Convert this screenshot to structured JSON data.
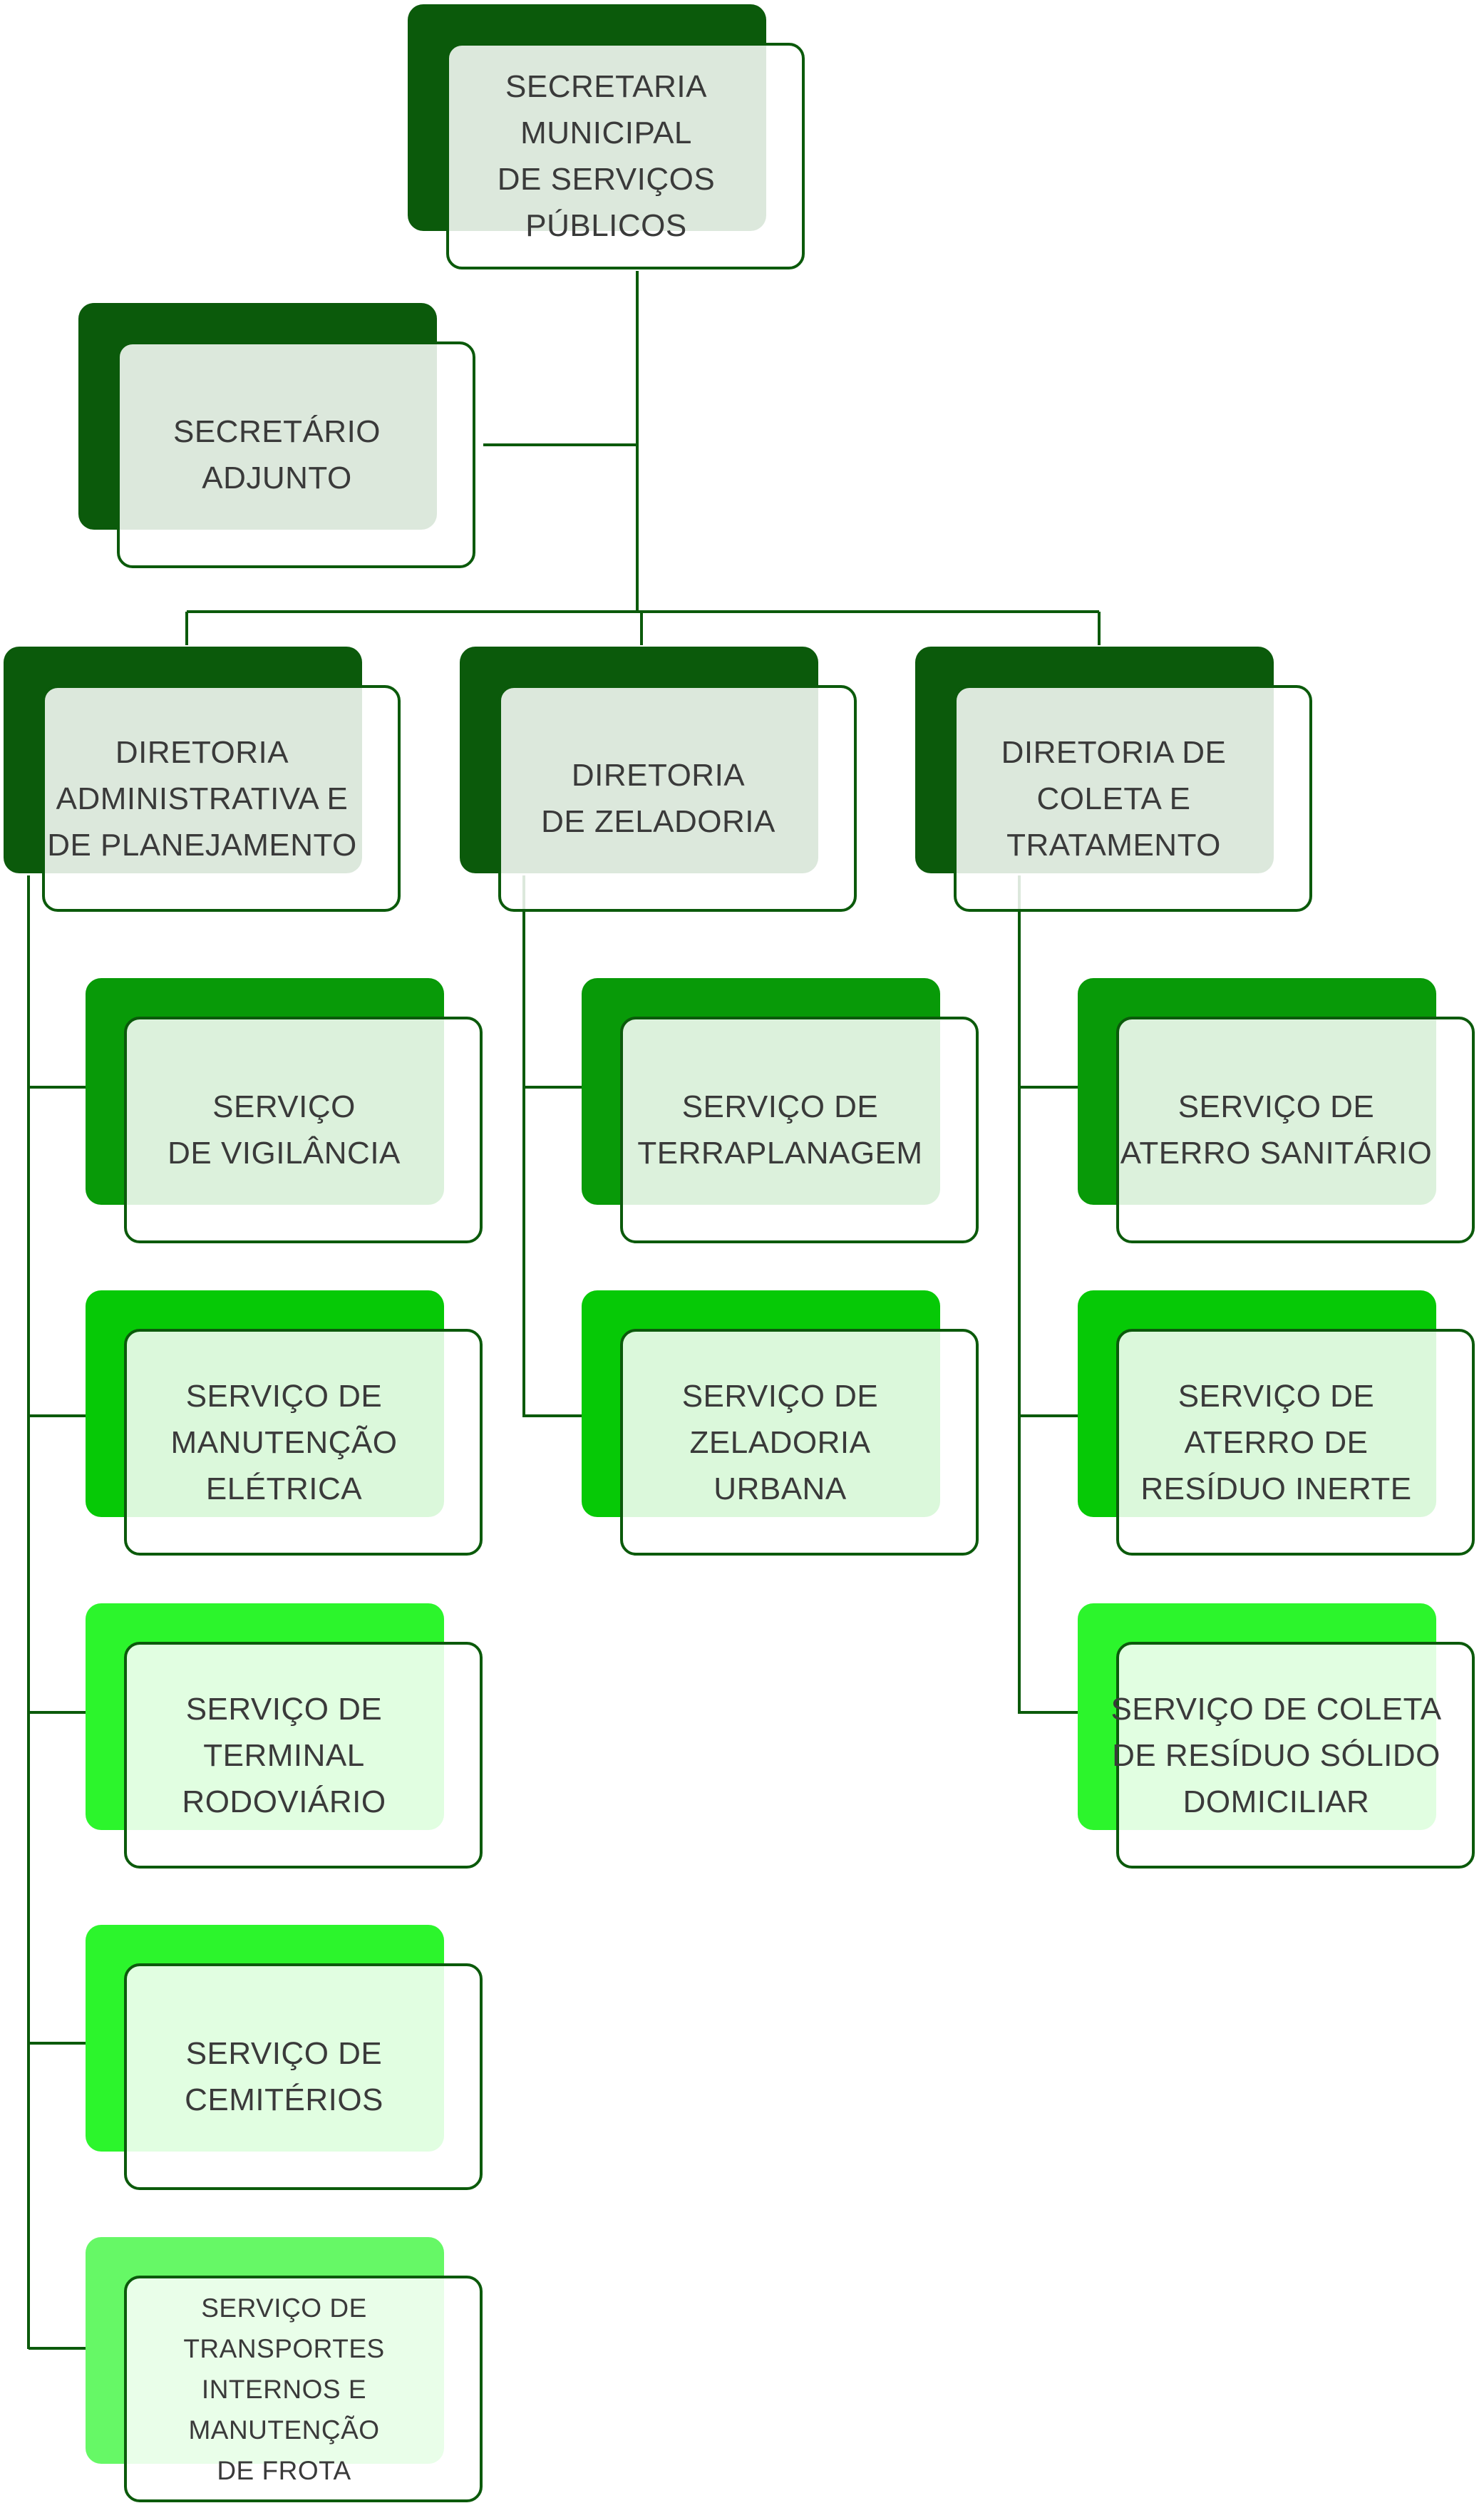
{
  "colors": {
    "line": "#0b5a0b",
    "dark": "#0b5a0b",
    "medium": "#089a08",
    "bright": "#06c906",
    "light": "#2cf52c",
    "pale": "#66f866"
  },
  "nodes": {
    "secretaria": "SECRETARIA\nMUNICIPAL\nDE SERVIÇOS\nPÚBLICOS",
    "adjunto": "SECRETÁRIO\nADJUNTO",
    "dir_admin": "DIRETORIA\nADMINISTRATIVA E\nDE PLANEJAMENTO",
    "dir_zeladoria": "DIRETORIA\nDE ZELADORIA",
    "dir_coleta": "DIRETORIA DE\nCOLETA E\nTRATAMENTO",
    "vigilancia": "SERVIÇO\nDE VIGILÂNCIA",
    "manutencao": "SERVIÇO DE\nMANUTENÇÃO\nELÉTRICA",
    "terminal": "SERVIÇO DE\nTERMINAL\nRODOVIÁRIO",
    "cemiterios": "SERVIÇO DE\nCEMITÉRIOS",
    "transportes": "SERVIÇO DE\nTRANSPORTES\nINTERNOS E\nMANUTENÇÃO\nDE FROTA",
    "terraplanagem": "SERVIÇO DE\nTERRAPLANAGEM",
    "zeladoria_urbana": "SERVIÇO DE\nZELADORIA\nURBANA",
    "aterro_sanitario": "SERVIÇO DE\nATERRO SANITÁRIO",
    "aterro_inerte": "SERVIÇO DE\nATERRO DE\nRESÍDUO INERTE",
    "coleta_domiciliar": "SERVIÇO DE COLETA\nDE RESÍDUO SÓLIDO\nDOMICILIAR"
  }
}
